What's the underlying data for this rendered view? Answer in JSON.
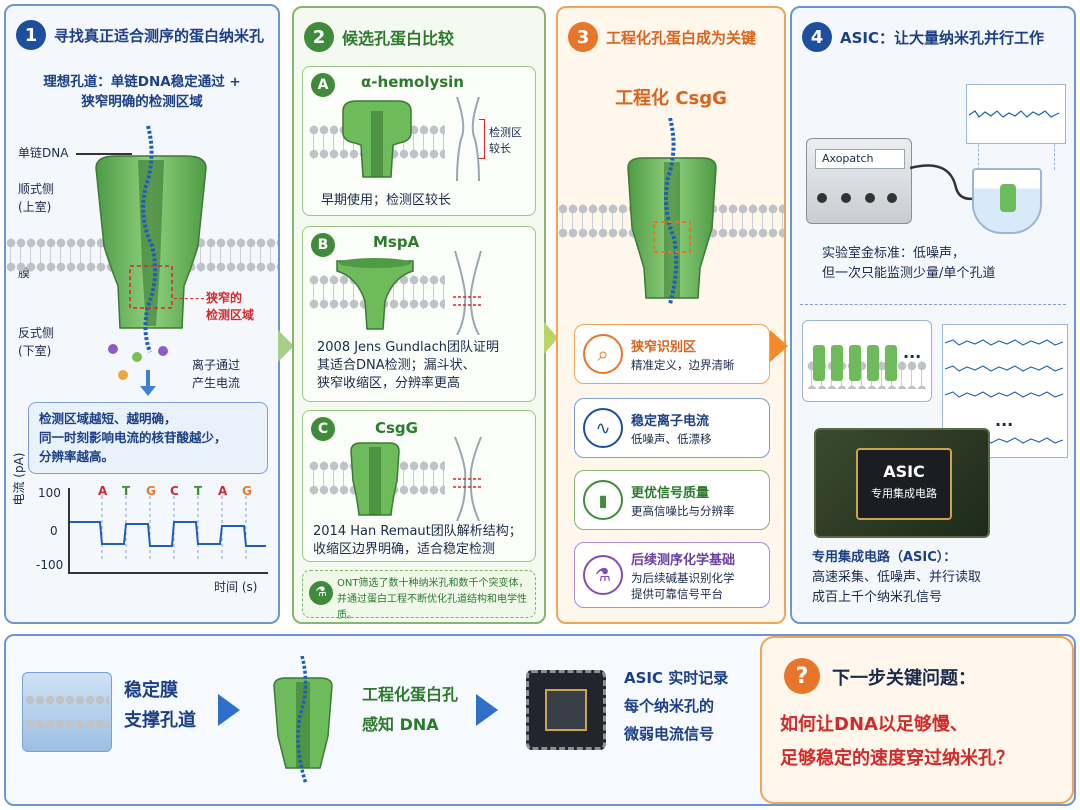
{
  "panel1": {
    "number": "1",
    "title": "寻找真正适合测序的蛋白纳米孔",
    "ideal": "理想孔道：单链DNA稳定通过 + 狭窄明确的检测区域",
    "ideal_line1": "理想孔道：单链DNA稳定通过 +",
    "ideal_line2": "狭窄明确的检测区域",
    "label_ssdna": "单链DNA",
    "label_cis": "顺式侧",
    "label_cis2": "(上室)",
    "label_membrane": "膜",
    "label_trans": "反式侧",
    "label_trans2": "(下室)",
    "label_region1": "狭窄的",
    "label_region2": "检测区域",
    "label_ion1": "离子通过",
    "label_ion2": "产生电流",
    "note_line1": "检测区域越短、越明确，",
    "note_line2": "同一时刻影响电流的核苷酸越少，",
    "note_line3": "分辨率越高。",
    "ylabel": "电流 (pA)",
    "xlabel": "时间 (s)",
    "tick_top": "100",
    "tick_mid": "0",
    "tick_bot": "-100",
    "bases": [
      "A",
      "T",
      "G",
      "C",
      "T",
      "A",
      "G"
    ]
  },
  "panel2": {
    "number": "2",
    "title": "候选孔蛋白比较",
    "a_letter": "A",
    "a_name": "α-hemolysin",
    "a_region1": "检测区",
    "a_region2": "较长",
    "a_desc": "早期使用；检测区较长",
    "b_letter": "B",
    "b_name": "MspA",
    "b_desc1": "2008 Jens Gundlach团队证明",
    "b_desc2": "其适合DNA检测；漏斗状、",
    "b_desc3": "狭窄收缩区，分辨率更高",
    "c_letter": "C",
    "c_name": "CsgG",
    "c_desc1": "2014 Han Remaut团队解析结构；",
    "c_desc2": "收缩区边界明确，适合稳定检测",
    "ont_line1": "ONT筛选了数十种纳米孔和数千个突变体，",
    "ont_line2": "并通过蛋白工程不断优化孔道结构和电学性质。"
  },
  "panel3": {
    "number": "3",
    "title": "工程化孔蛋白成为关键",
    "subtitle": "工程化 CsgG",
    "features": [
      {
        "title": "狭窄识别区",
        "desc1": "精准定义，边界清晰",
        "desc2": ""
      },
      {
        "title": "稳定离子电流",
        "desc1": "低噪声、低漂移",
        "desc2": ""
      },
      {
        "title": "更优信号质量",
        "desc1": "更高信噪比与分辨率",
        "desc2": ""
      },
      {
        "title": "后续测序化学基础",
        "desc1": "为后续碱基识别化学",
        "desc2": "提供可靠信号平台"
      }
    ]
  },
  "panel4": {
    "number": "4",
    "title": "ASIC：让大量纳米孔并行工作",
    "device_label": "Axopatch",
    "lab1": "实验室金标准：低噪声，",
    "lab2": "但一次只能监测少量/单个孔道",
    "dots": "...",
    "chip_title": "ASIC",
    "chip_sub": "专用集成电路",
    "asic1": "专用集成电路（ASIC）：",
    "asic2": "高速采集、低噪声、并行读取",
    "asic3": "成百上千个纳米孔信号"
  },
  "bottom": {
    "step1_line1": "稳定膜",
    "step1_line2": "支撑孔道",
    "step2_line1": "工程化蛋白孔",
    "step2_line2": "感知 DNA",
    "step3_line1": "ASIC 实时记录",
    "step3_line2": "每个纳米孔的",
    "step3_line3": "微弱电流信号",
    "q_mark": "?",
    "q_title": "下一步关键问题：",
    "q_line1": "如何让DNA以足够慢、",
    "q_line2": "足够稳定的速度穿过纳米孔？"
  },
  "colors": {
    "blue": "#1d4f9c",
    "green": "#3f8a3b",
    "orange": "#e8762a",
    "red": "#d12a2a",
    "protein": "#6dbb5a"
  }
}
